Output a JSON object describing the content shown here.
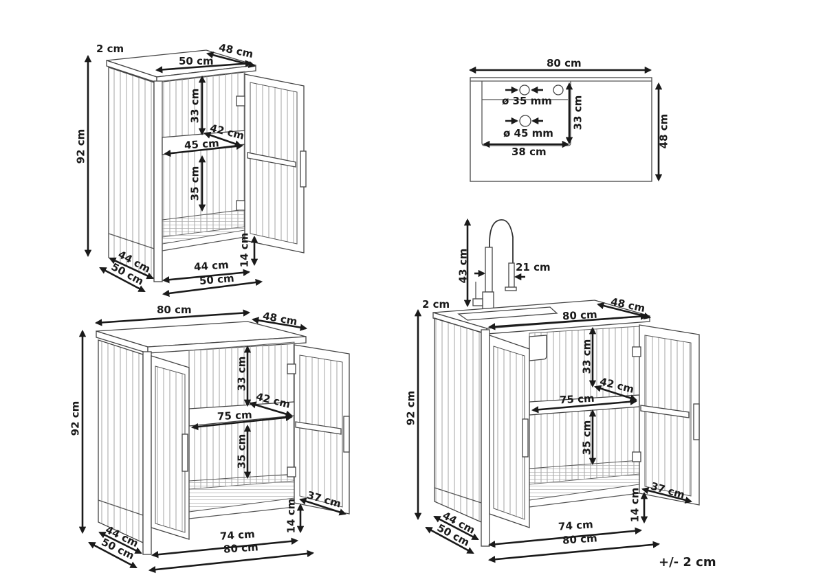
{
  "figures": {
    "single_cabinet": {
      "labels": {
        "overhang": "2 cm",
        "depth_top": "48 cm",
        "width_top": "50 cm",
        "height": "92 cm",
        "upper_compartment": "33 cm",
        "shelf_depth": "42 cm",
        "shelf_width": "45 cm",
        "lower_compartment": "35 cm",
        "leg_height": "14 cm",
        "inner_depth": "44 cm",
        "outer_depth": "50 cm",
        "inner_width": "44 cm",
        "outer_width": "50 cm"
      }
    },
    "sink_top_view": {
      "labels": {
        "width": "80 cm",
        "depth": "48 cm",
        "basin_depth": "33 cm",
        "basin_width": "38 cm",
        "tap_hole": "ø 35 mm",
        "drain_hole": "ø 45 mm"
      }
    },
    "double_cabinet": {
      "labels": {
        "width_top": "80 cm",
        "depth_top": "48 cm",
        "height": "92 cm",
        "upper_compartment": "33 cm",
        "shelf_depth": "42 cm",
        "shelf_width": "75 cm",
        "lower_compartment": "35 cm",
        "door_width": "37 cm",
        "leg_height": "14 cm",
        "inner_depth": "44 cm",
        "outer_depth": "50 cm",
        "inner_width": "74 cm",
        "outer_width": "80 cm"
      }
    },
    "sink_cabinet": {
      "labels": {
        "faucet_height": "43 cm",
        "faucet_reach": "21 cm",
        "overhang": "2 cm",
        "width_top": "80 cm",
        "depth_top": "48 cm",
        "height": "92 cm",
        "upper_compartment": "33 cm",
        "shelf_depth": "42 cm",
        "shelf_width": "75 cm",
        "lower_compartment": "35 cm",
        "door_width": "37 cm",
        "leg_height": "14 cm",
        "inner_depth": "44 cm",
        "outer_depth": "50 cm",
        "inner_width": "74 cm",
        "outer_width": "80 cm"
      }
    }
  },
  "tolerance": "+/- 2 cm"
}
